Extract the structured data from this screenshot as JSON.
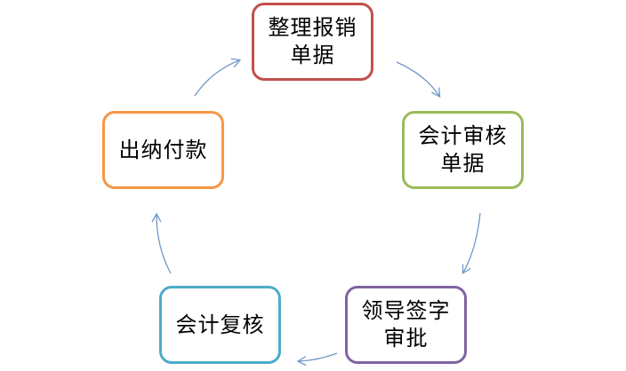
{
  "diagram": {
    "type": "cycle",
    "connector_color": "#6f98c8",
    "steps": [
      {
        "label": "整理报销单据",
        "border_color": "#c0504d"
      },
      {
        "label": "会计审核单据",
        "border_color": "#9bbb59"
      },
      {
        "label": "领导签字审批",
        "border_color": "#8064a2"
      },
      {
        "label": "会计复核",
        "border_color": "#4bacc6"
      },
      {
        "label": "出纳付款",
        "border_color": "#f79646"
      }
    ]
  }
}
